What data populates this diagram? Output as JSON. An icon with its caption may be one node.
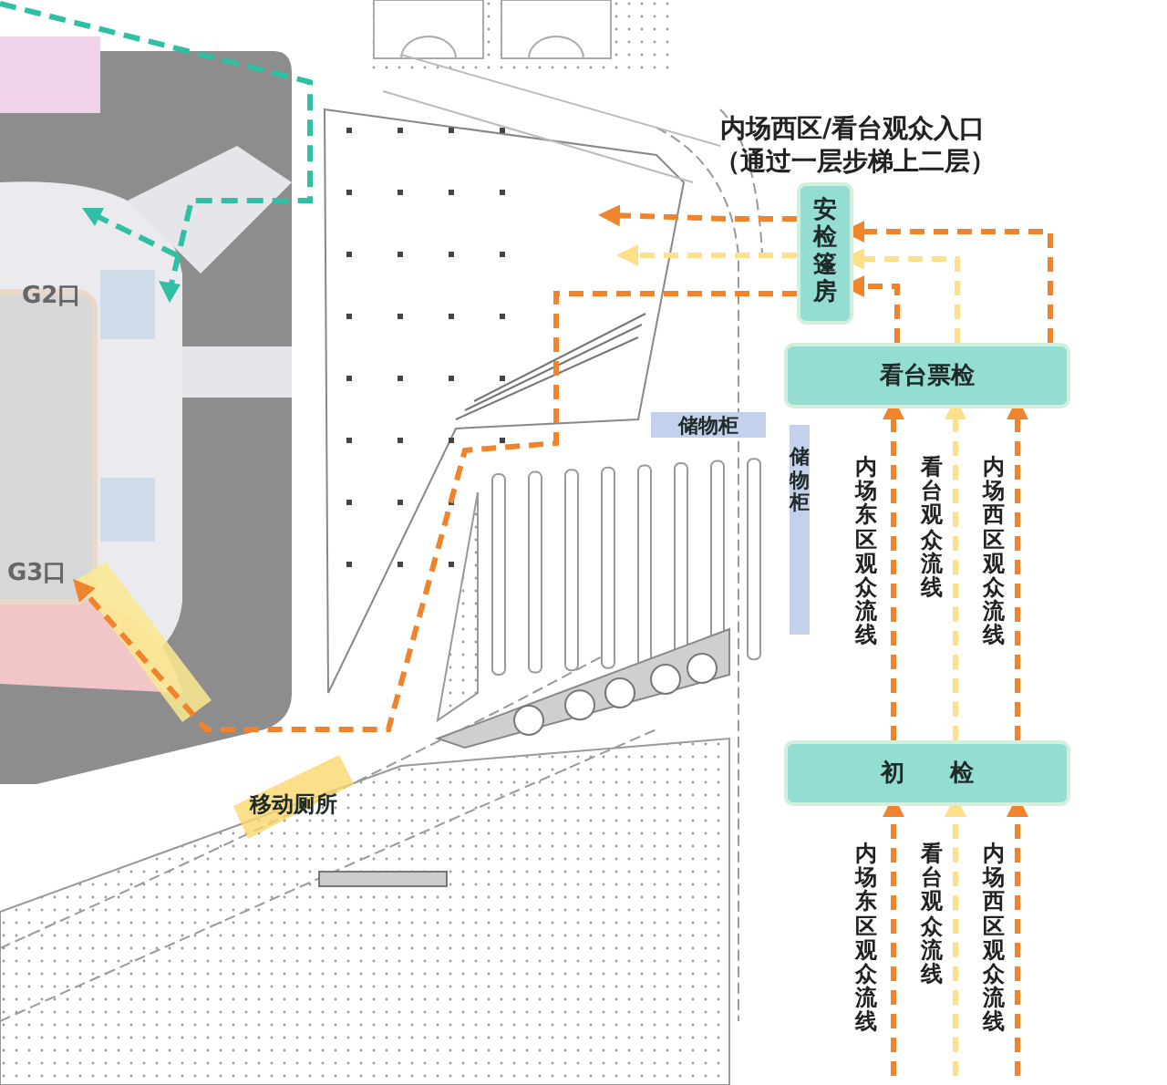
{
  "diagram": {
    "nodes": [
      {
        "text": [
          "安检篷房"
        ]
      },
      {
        "text": [
          "看台票检"
        ]
      },
      {
        "text": [
          "初 检"
        ]
      },
      {
        "text": [
          "储物柜"
        ]
      },
      {
        "text": [
          "储物柜"
        ]
      },
      {
        "text": [
          "移动厕所"
        ]
      },
      {
        "text": [
          "G3口"
        ]
      }
    ],
    "edges": [
      {
        "from": 1,
        "to": 0,
        "arrow": "to"
      },
      {
        "from": 1,
        "to": 0,
        "arrow": "to",
        "color": "#ffe08a"
      },
      {
        "from": 1,
        "to": 0,
        "arrow": "to"
      },
      {
        "from": 2,
        "to": 1,
        "arrow": "to",
        "label": "内场东区观众流线"
      },
      {
        "from": 2,
        "to": 1,
        "arrow": "to",
        "label": "看台观众流线",
        "color": "#ffe08a"
      },
      {
        "from": 2,
        "to": 1,
        "arrow": "to",
        "label": "内场西区观众流线"
      },
      {
        "from": null,
        "to": 2,
        "arrow": "to",
        "label": "内场东区观众流线"
      },
      {
        "from": null,
        "to": 2,
        "arrow": "to",
        "label": "看台观众流线",
        "color": "#ffe08a"
      },
      {
        "from": null,
        "to": 2,
        "arrow": "to",
        "label": "内场西区观众流线"
      },
      {
        "from": 0,
        "to": null,
        "arrow": "to"
      },
      {
        "from": 0,
        "to": null,
        "arrow": "to",
        "color": "#ffe08a"
      },
      {
        "from": 0,
        "to": 6,
        "arrow": "to"
      }
    ],
    "labels": [
      "内场西区/看台观众入口",
      "（通过一层步梯上二层）",
      "G2口"
    ]
  }
}
